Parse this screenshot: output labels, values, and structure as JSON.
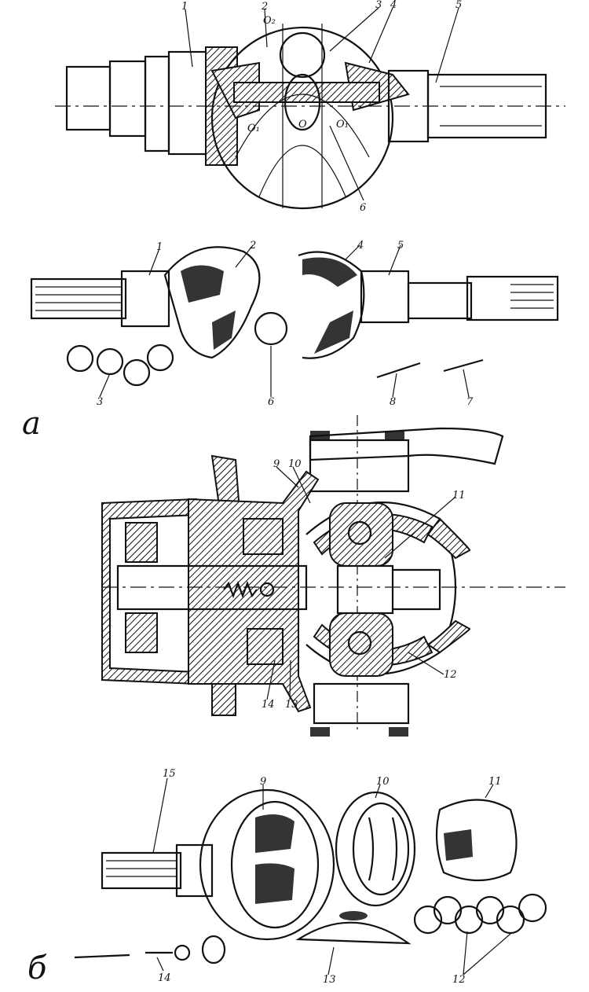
{
  "figure": {
    "section_a_letter": "а",
    "section_b_letter": "б",
    "labels_a": [
      "1",
      "2",
      "3",
      "4",
      "5",
      "6",
      "7",
      "8"
    ],
    "center_marks": [
      "O",
      "O₁",
      "O₁",
      "O₂"
    ],
    "labels_b": [
      "9",
      "10",
      "11",
      "12",
      "13",
      "14",
      "15"
    ]
  },
  "colors": {
    "ink": "#111111",
    "paper": "#ffffff"
  }
}
